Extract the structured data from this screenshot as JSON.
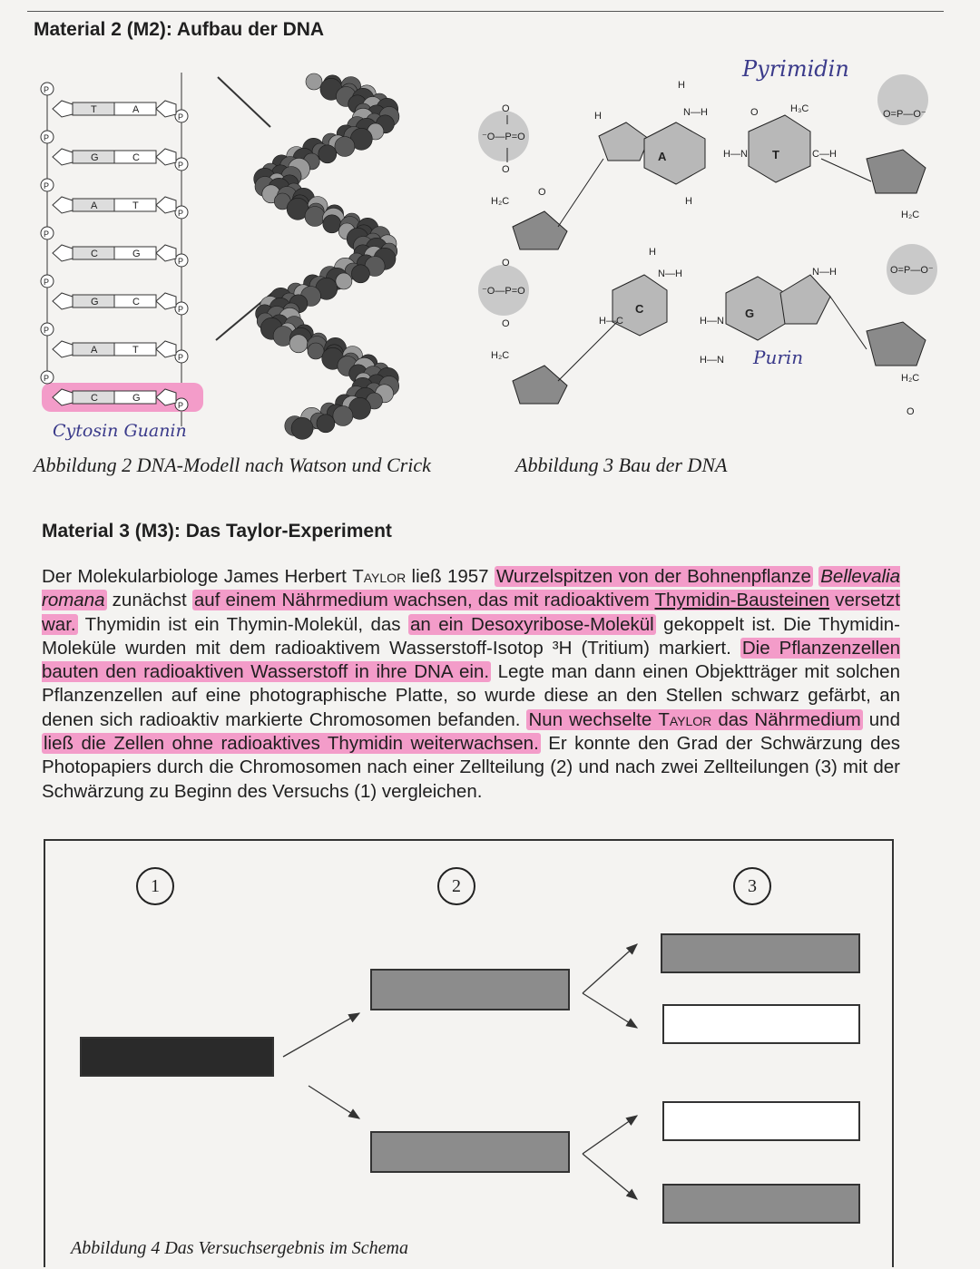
{
  "m2": {
    "heading": "Material 2 (M2): Aufbau der DNA",
    "fig2_caption": "Abbildung 2 DNA-Modell nach Watson und Crick",
    "fig3_caption": "Abbildung 3 Bau der DNA",
    "pairs": [
      [
        "T",
        "A"
      ],
      [
        "G",
        "C"
      ],
      [
        "A",
        "T"
      ],
      [
        "C",
        "G"
      ],
      [
        "G",
        "C"
      ],
      [
        "A",
        "T"
      ],
      [
        "C",
        "G"
      ]
    ],
    "phosphate_label": "P",
    "handwritten_pair": "Cytosin  Guanin",
    "handwritten_pyrimidin": "Pyrimidin",
    "handwritten_purin": "Purin",
    "bases_center": [
      "C",
      "A",
      "T",
      "C",
      "G"
    ]
  },
  "m3": {
    "heading": "Material 3 (M3): Das Taylor-Experiment",
    "p1": "Der Molekularbiologe James Herbert ",
    "taylor1": "Taylor",
    "p2": " ließ 1957 ",
    "h1": "Wurzelspitzen von der Bohnenpflanze",
    "h2": "Bellevalia romana",
    "p3": " zunächst ",
    "h3": "auf einem Nährmedium wachsen, das mit radioaktivem ",
    "h3u": "Thymidin-Bausteinen",
    "h3b": " versetzt war.",
    "p4": " Thymidin ist ein Thymin-Molekül, das ",
    "h4": "an ein Desoxyribose-Molekül",
    "p5": " gekoppelt ist. Die Thymidin-Moleküle wurden mit dem radioaktivem Wasserstoff-Isotop ³H (Tritium) markiert. ",
    "h5": "Die Pflanzenzellen bauten den radioaktiven Wasserstoff in ihre DNA ein.",
    "p6": " Legte man dann einen Objektträger mit solchen Pflanzenzellen auf eine photographische Platte, so wurde diese an den Stellen schwarz gefärbt, an denen sich radioaktiv markierte Chromosomen befanden. ",
    "h6a": "Nun wechselte ",
    "taylor2": "Taylor",
    "h6b": " das Nährmedium",
    "p7": " und ",
    "h7": "ließ die Zellen ohne radioaktives Thymidin weiterwachsen.",
    "p8": " Er konnte den Grad der Schwärzung des Photopapiers durch die Chromosomen nach einer Zellteilung (2) und nach zwei Zellteilungen (3) mit der Schwärzung zu Beginn des Versuchs (1) vergleichen."
  },
  "schema": {
    "labels": [
      "1",
      "2",
      "3"
    ],
    "caption": "Abbildung 4 Das Versuchsergebnis im Schema",
    "colors": {
      "black": "#2a2a2a",
      "gray": "#8c8c8c",
      "white": "#ffffff",
      "highlight": "#f39cc9"
    }
  }
}
